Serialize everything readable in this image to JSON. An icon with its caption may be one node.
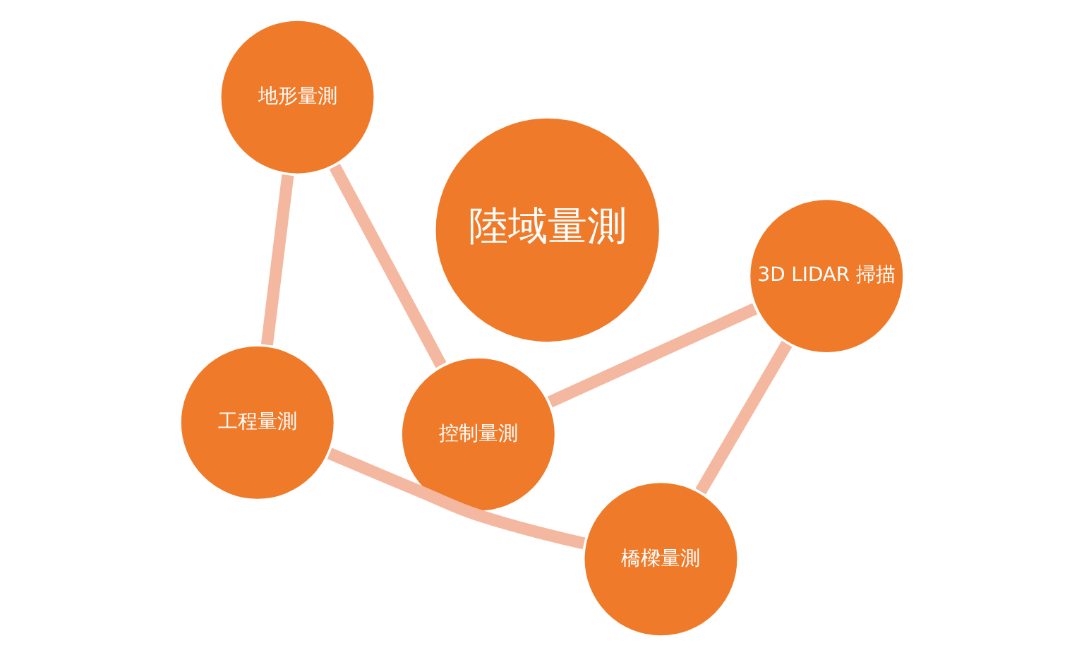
{
  "diagram": {
    "nodes": [
      {
        "text": [
          "陸域量測"
        ]
      },
      {
        "text": [
          "3D LIDAR 掃描"
        ]
      },
      {
        "text": [
          "控制量測"
        ]
      },
      {
        "text": [
          "地形量測"
        ]
      },
      {
        "text": [
          "工程量測"
        ]
      },
      {
        "text": [
          "橋樑量測"
        ]
      }
    ],
    "edges": [
      {
        "from": 1,
        "to": 2,
        "arrow": "none"
      },
      {
        "from": 2,
        "to": 3,
        "arrow": "none"
      },
      {
        "from": 3,
        "to": 4,
        "arrow": "none"
      },
      {
        "from": 4,
        "to": 5,
        "arrow": "none"
      },
      {
        "from": 5,
        "to": 1,
        "arrow": "none"
      }
    ]
  }
}
